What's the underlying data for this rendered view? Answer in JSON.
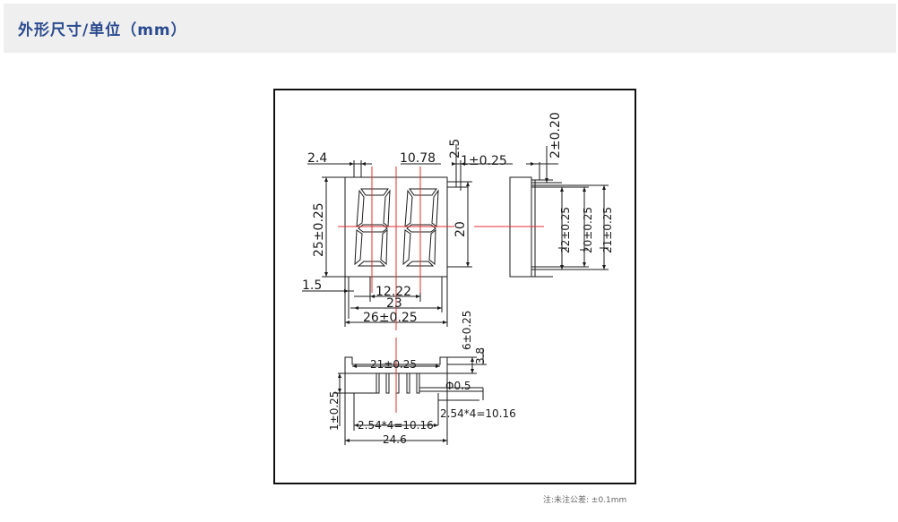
{
  "page": {
    "title": "外形尺寸/单位（mm）",
    "footnote": "注:未注公差: ±0.1mm"
  },
  "drawing": {
    "front": {
      "top_dims": [
        "2.4",
        "10.78",
        "2.5",
        "1±0.25"
      ],
      "height_total": "25±0.25",
      "height_digit": "20",
      "left_offset": "1.5",
      "width_center": "12.22",
      "width_inner": "23",
      "width_total": "26±0.25"
    },
    "side": {
      "top_dim": "2±0.20",
      "heights": [
        "22±0.25",
        "20±0.25",
        "21±0.25"
      ]
    },
    "bottom": {
      "height_right": "6±0.25",
      "base_height": "3.8",
      "inner_width": "21±0.25",
      "pin_diameter": "Φ0.5",
      "pin_length": "1±0.25",
      "pitch_left": "2.54*4=10.16",
      "pitch_right": "2.54*4=10.16",
      "total_width": "24.6"
    },
    "colors": {
      "line": "#1a1a1a",
      "center": "#e03030",
      "title": "#2a4a8f"
    }
  }
}
